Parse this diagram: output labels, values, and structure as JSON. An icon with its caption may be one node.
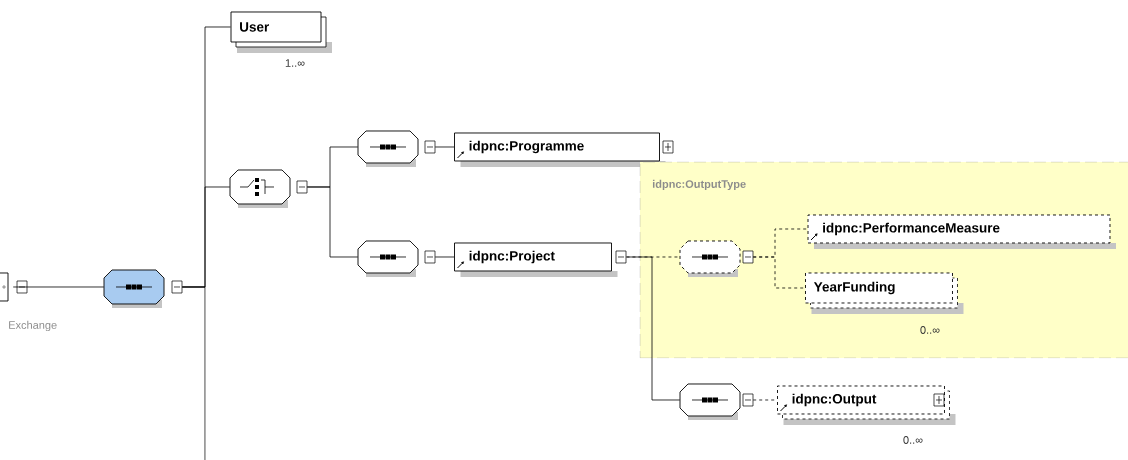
{
  "diagram": {
    "nodes": [
      {
        "text": [
          "Exchange"
        ]
      },
      {
        "text": [],
        "shape": "octagon"
      },
      {
        "text": [
          "User"
        ],
        "beside": [
          "1..∞"
        ]
      },
      {
        "text": [],
        "shape": "octagon"
      },
      {
        "text": [],
        "shape": "octagon"
      },
      {
        "text": [
          "idpnc:Programme"
        ]
      },
      {
        "text": [],
        "shape": "octagon"
      },
      {
        "text": [
          "idpnc:Project"
        ]
      },
      {
        "text": [
          "idpnc:OutputType"
        ]
      },
      {
        "text": [],
        "shape": "octagon",
        "in": 8
      },
      {
        "text": [
          "idpnc:PerformanceMeasure"
        ],
        "in": 8
      },
      {
        "text": [
          "YearFunding"
        ],
        "in": 8,
        "beside": [
          "0..∞"
        ]
      },
      {
        "text": [],
        "shape": "octagon"
      },
      {
        "text": [
          "idpnc:Output"
        ],
        "beside": [
          "0..∞"
        ]
      }
    ],
    "edges": [
      {
        "from": 0,
        "to": 1,
        "arrow": "none"
      },
      {
        "from": 1,
        "to": 2,
        "arrow": "none"
      },
      {
        "from": 1,
        "to": 3,
        "arrow": "none"
      },
      {
        "from": 1,
        "to": null,
        "arrow": "none"
      },
      {
        "from": 3,
        "to": 4,
        "arrow": "none"
      },
      {
        "from": 3,
        "to": 6,
        "arrow": "none"
      },
      {
        "from": 4,
        "to": 5,
        "arrow": "none"
      },
      {
        "from": 6,
        "to": 7,
        "arrow": "none"
      },
      {
        "from": 7,
        "to": 9,
        "arrow": "none",
        "style": "dashed"
      },
      {
        "from": 9,
        "to": 10,
        "arrow": "none",
        "style": "dashed"
      },
      {
        "from": 9,
        "to": 11,
        "arrow": "none",
        "style": "dashed"
      },
      {
        "from": 7,
        "to": 12,
        "arrow": "none"
      },
      {
        "from": 12,
        "to": 13,
        "arrow": "none",
        "style": "dashed"
      }
    ]
  }
}
